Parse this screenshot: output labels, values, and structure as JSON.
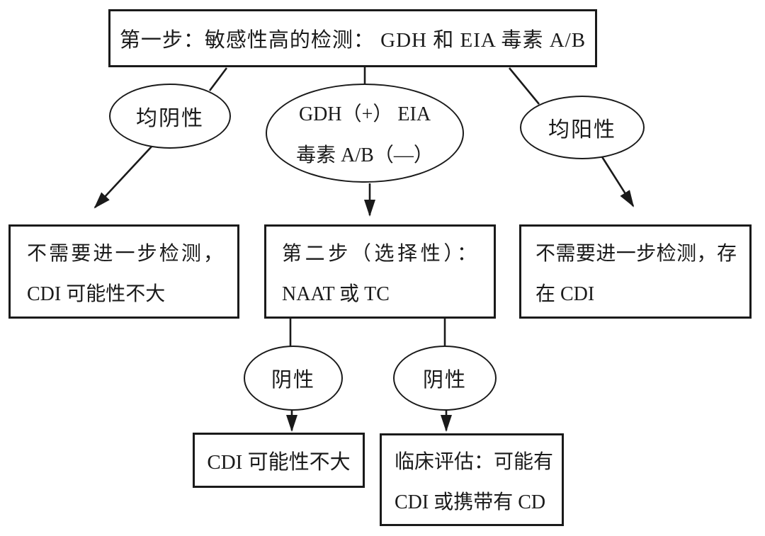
{
  "diagram": {
    "description": "CDI two-step laboratory testing algorithm flowchart",
    "colors": {
      "ink": "#1a1a1a",
      "background": "#ffffff"
    },
    "nodes": {
      "step1": {
        "text": "第一步：敏感性高的检测：  GDH 和  EIA 毒素 A/B"
      },
      "all_negative": {
        "text": "均阴性"
      },
      "gdh_pos_eia_neg": {
        "lines": [
          "GDH（+） EIA",
          "毒素 A/B（—）"
        ]
      },
      "all_positive": {
        "text": "均阳性"
      },
      "no_test_unlikely": {
        "lines": [
          "不需要进一步检测，",
          "CDI 可能性不大"
        ]
      },
      "step2": {
        "lines": [
          "第二步（选择性）：",
          "NAAT 或 TC"
        ]
      },
      "no_test_present": {
        "lines": [
          "不需要进一步检测，存",
          "在 CDI"
        ]
      },
      "negative_left": {
        "text": "阴性"
      },
      "negative_right": {
        "text": "阴性"
      },
      "cdi_unlikely": {
        "text": "CDI 可能性不大"
      },
      "clinical_eval": {
        "lines": [
          "临床评估：可能有",
          "CDI 或携带有 CD"
        ]
      }
    },
    "edges": [
      {
        "from": "step1",
        "to": "all_negative",
        "arrow": false
      },
      {
        "from": "all_negative",
        "to": "no_test_unlikely",
        "arrow": true
      },
      {
        "from": "step1",
        "to": "gdh_pos_eia_neg",
        "arrow": false
      },
      {
        "from": "gdh_pos_eia_neg",
        "to": "step2",
        "arrow": true
      },
      {
        "from": "step1",
        "to": "all_positive",
        "arrow": false
      },
      {
        "from": "all_positive",
        "to": "no_test_present",
        "arrow": true
      },
      {
        "from": "step2",
        "to": "negative_left",
        "arrow": false
      },
      {
        "from": "step2",
        "to": "negative_right",
        "arrow": false
      },
      {
        "from": "negative_left",
        "to": "cdi_unlikely",
        "arrow": true
      },
      {
        "from": "negative_right",
        "to": "clinical_eval",
        "arrow": true
      }
    ]
  }
}
